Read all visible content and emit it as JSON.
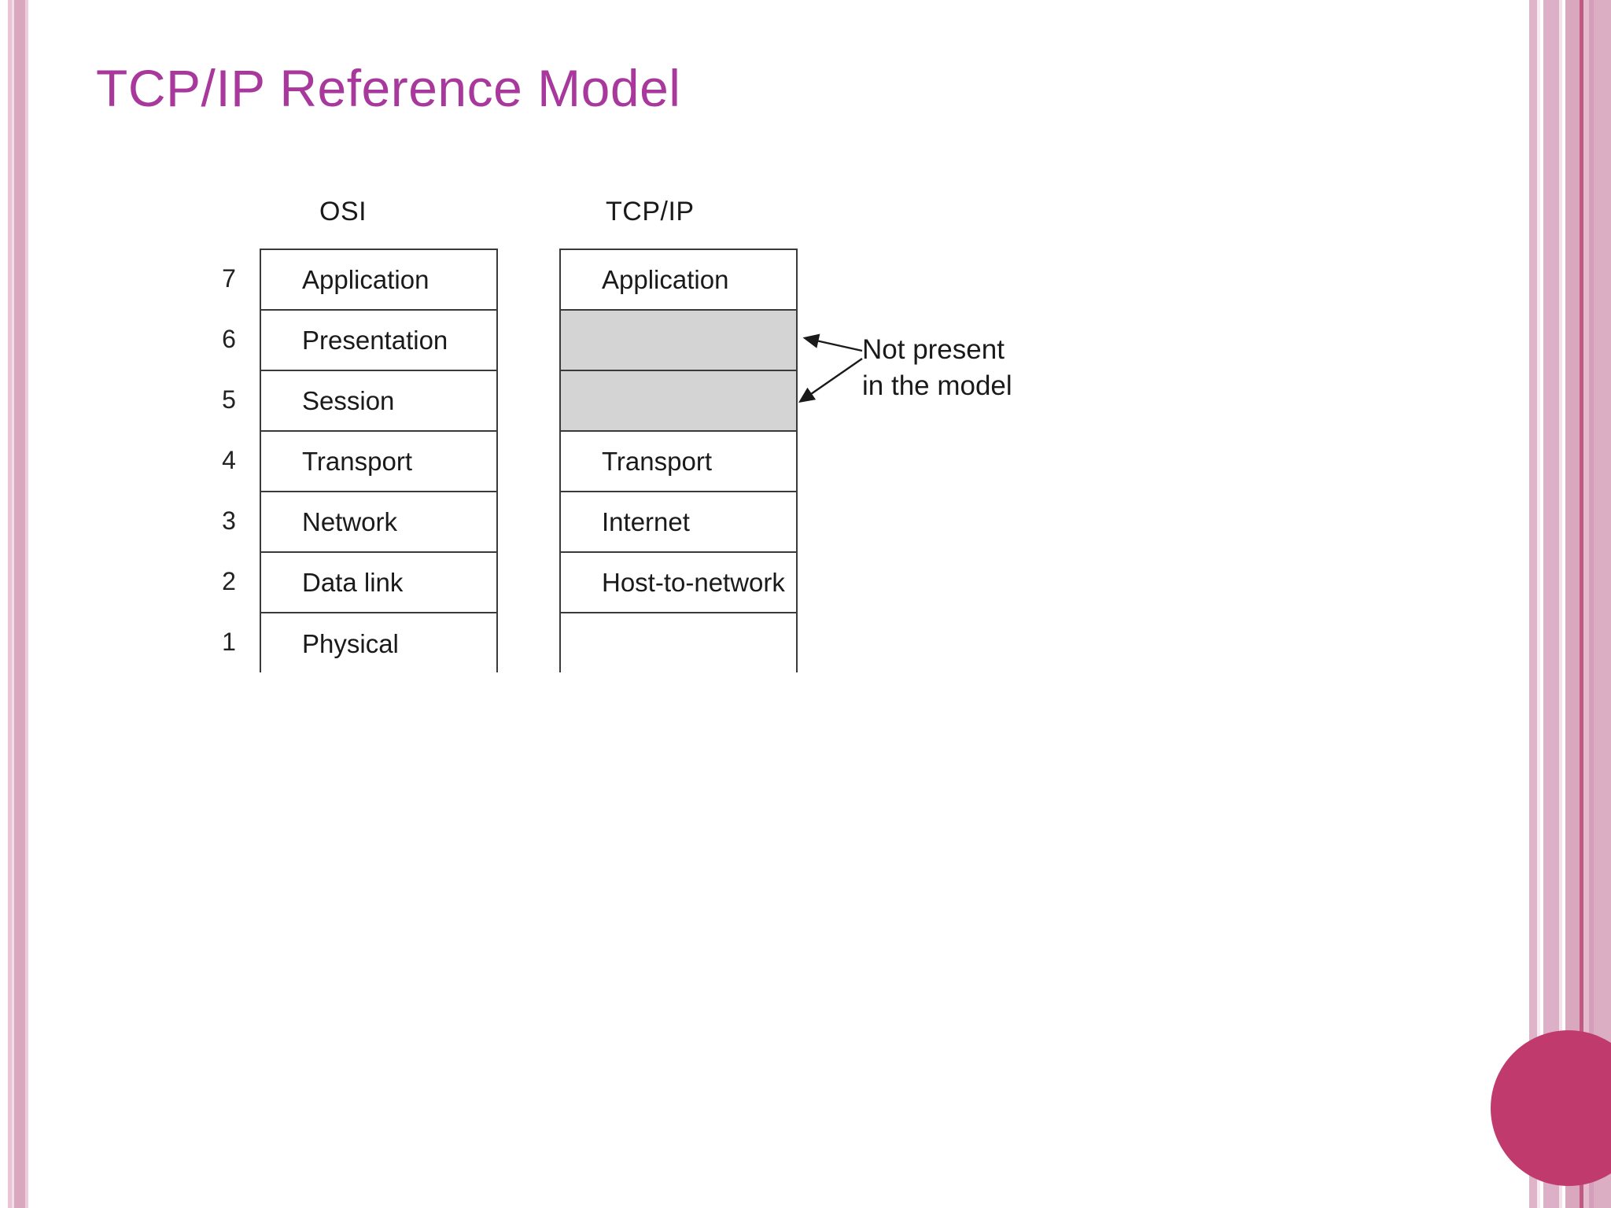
{
  "slide": {
    "title": "TCP/IP Reference Model",
    "title_color": "#a8389c",
    "accent_circle_color": "#c03a6e",
    "background_color": "#ffffff"
  },
  "diagram": {
    "columns": [
      {
        "heading": "OSI"
      },
      {
        "heading": "TCP/IP"
      }
    ],
    "osi": {
      "heading": "OSI",
      "layers": [
        {
          "number": "7",
          "label": "Application"
        },
        {
          "number": "6",
          "label": "Presentation"
        },
        {
          "number": "5",
          "label": "Session"
        },
        {
          "number": "4",
          "label": "Transport"
        },
        {
          "number": "3",
          "label": "Network"
        },
        {
          "number": "2",
          "label": "Data link"
        },
        {
          "number": "1",
          "label": "Physical"
        }
      ]
    },
    "tcpip": {
      "heading": "TCP/IP",
      "layers": [
        {
          "label": "Application",
          "empty": false
        },
        {
          "label": "",
          "empty": true
        },
        {
          "label": "",
          "empty": true
        },
        {
          "label": "Transport",
          "empty": false
        },
        {
          "label": "Internet",
          "empty": false
        },
        {
          "label": "Host-to-network",
          "empty": false
        },
        {
          "label": "",
          "empty": false
        }
      ]
    },
    "annotation": {
      "line1": "Not present",
      "line2": "in the model"
    },
    "empty_layer_color": "#d4d4d4",
    "border_color": "#3a3a3a"
  }
}
